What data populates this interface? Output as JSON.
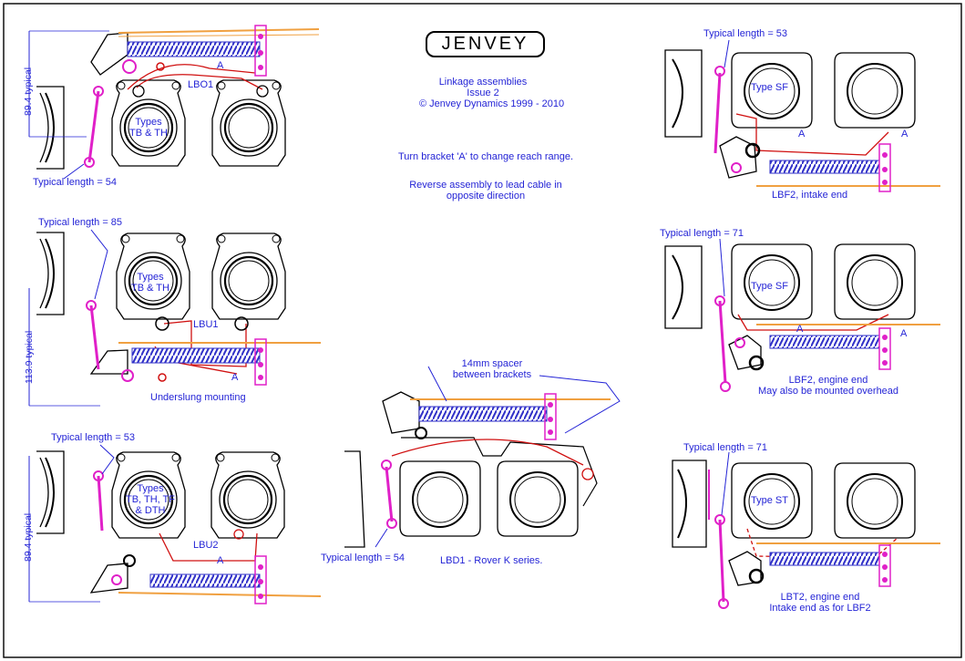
{
  "header": {
    "logo": "JENVEY",
    "title_lines": [
      "Linkage assemblies",
      "Issue 2",
      "© Jenvey Dynamics 1999 - 2010"
    ],
    "note1": "Turn bracket 'A' to change reach range.",
    "note2_lines": [
      "Reverse assembly to lead cable in",
      "opposite direction"
    ]
  },
  "assemblies": {
    "lbo1": {
      "name": "LBO1",
      "types_lines": [
        "Types",
        "TB & TH"
      ],
      "bracket": "A",
      "dimension": "89.4 typical",
      "typical_length": "Typical length = 54"
    },
    "lbu1": {
      "name": "LBU1",
      "types_lines": [
        "Types",
        "TB & TH"
      ],
      "bracket": "A",
      "dimension": "113.9 typical",
      "typical_length": "Typical length = 85",
      "mounting": "Underslung mounting"
    },
    "lbu2": {
      "name": "LBU2",
      "types_lines": [
        "Types",
        "TB, TH, TF",
        "& DTH"
      ],
      "bracket": "A",
      "dimension": "89.4 typical",
      "typical_length": "Typical length = 53"
    },
    "lbd1": {
      "caption": "LBD1 - Rover K series.",
      "spacer_lines": [
        "14mm spacer",
        "between brackets"
      ],
      "typical_length": "Typical length = 54"
    },
    "lbf2_intake": {
      "typical_length": "Typical length = 53",
      "type": "Type SF",
      "caption": "LBF2, intake end",
      "bracket": "A"
    },
    "lbf2_engine": {
      "typical_length": "Typical length = 71",
      "type": "Type SF",
      "caption_lines": [
        "LBF2, engine end",
        "May also be mounted overhead"
      ],
      "bracket": "A"
    },
    "lbt2": {
      "typical_length": "Typical length = 71",
      "type": "Type ST",
      "caption_lines": [
        "LBT2, engine end",
        "Intake end as for LBF2"
      ]
    }
  },
  "colors": {
    "text": "#2424d6",
    "outline": "#000000",
    "linkage": "#d01010",
    "rod": "#e020c8",
    "spring": "#3030c8",
    "cable": "#f0a040"
  }
}
